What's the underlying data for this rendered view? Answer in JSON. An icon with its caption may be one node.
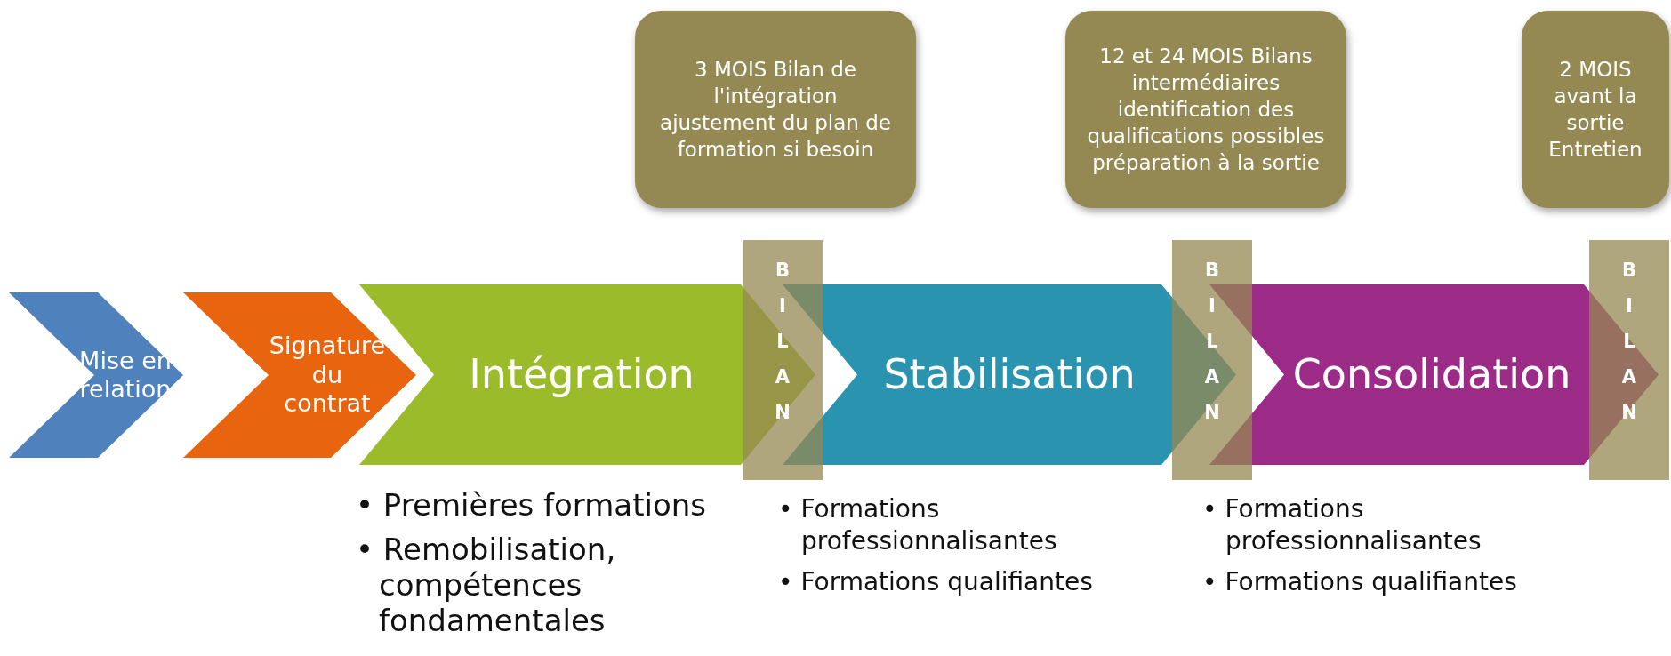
{
  "diagram": {
    "nodes": [
      {
        "text": [
          "Mise en relation"
        ]
      },
      {
        "text": [
          "Signature du contrat"
        ]
      },
      {
        "text": [
          "Intégration"
        ]
      },
      {
        "text": [
          "Stabilisation"
        ]
      },
      {
        "text": [
          "Consolidation"
        ]
      },
      {
        "text": [
          "BILAN"
        ]
      },
      {
        "text": [
          "BILAN"
        ]
      },
      {
        "text": [
          "BILAN"
        ]
      },
      {
        "text": [
          "3 MOIS Bilan de l'intégration ajustement du plan de formation si besoin"
        ]
      },
      {
        "text": [
          "12 et 24 MOIS Bilans intermédiaires identification des qualifications possibles préparation à la sortie"
        ]
      },
      {
        "text": [
          "2 MOIS avant la sortie Entretien"
        ]
      }
    ],
    "labels": [
      "• Premières formations",
      "• Remobilisation, compétences fondamentales",
      "• Formations professionnalisantes",
      "• Formations qualifiantes",
      "• Formations professionnalisantes",
      "• Formations qualifiantes"
    ]
  }
}
